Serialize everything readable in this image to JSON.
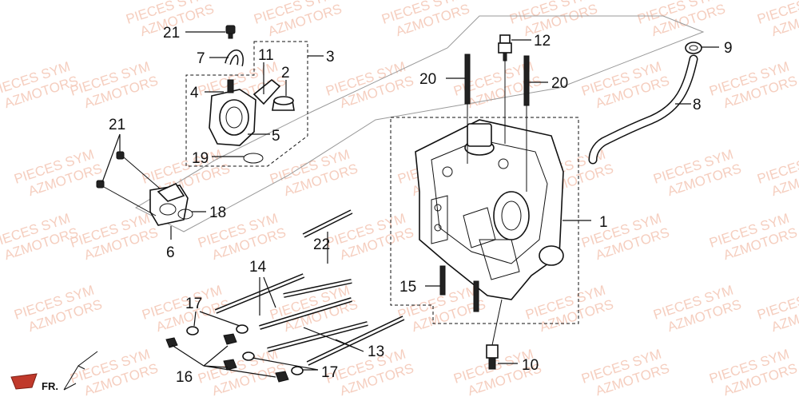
{
  "watermark": {
    "line1": "PIECES SYM",
    "line2": "AZMOTORS"
  },
  "callouts": {
    "c1": "1",
    "c2": "2",
    "c3": "3",
    "c4": "4",
    "c5": "5",
    "c6": "6",
    "c7": "7",
    "c8": "8",
    "c9": "9",
    "c10": "10",
    "c11": "11",
    "c12": "12",
    "c13": "13",
    "c14": "14",
    "c15": "15",
    "c16": "16",
    "c17a": "17",
    "c17b": "17",
    "c18": "18",
    "c19": "19",
    "c20a": "20",
    "c20b": "20",
    "c21a": "21",
    "c21b": "21",
    "c22": "22"
  },
  "orientation": {
    "label": "FR."
  },
  "colors": {
    "watermark": "#f4c6b4",
    "ink": "#111111",
    "logo": "#c0392b"
  }
}
